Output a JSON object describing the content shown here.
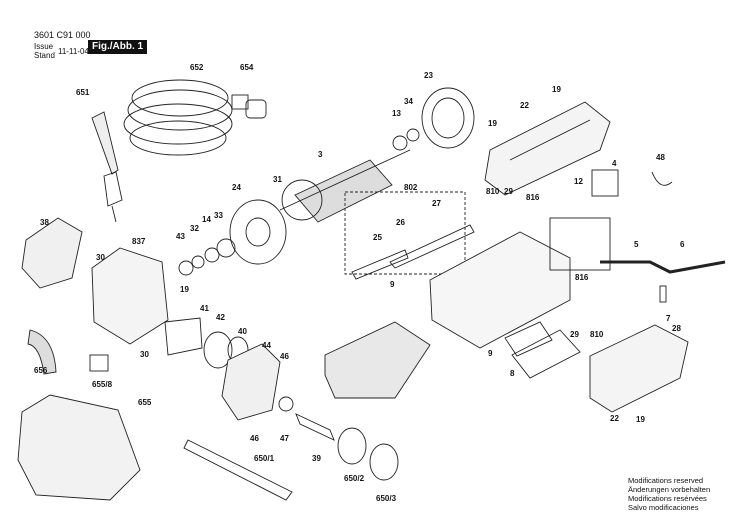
{
  "header": {
    "code": "3601 C91 000",
    "issue_label_1": "Issue",
    "issue_label_2": "Stand",
    "issue_date": "11-11-04",
    "figure": "Fig./Abb. 1"
  },
  "notes": [
    "Modifications reserved",
    "Änderungen vorbehalten",
    "Modifications resérvées",
    "Salvo modificaciones"
  ],
  "part_labels": [
    "651",
    "652",
    "654",
    "23",
    "19",
    "22",
    "34",
    "13",
    "19",
    "3",
    "31",
    "802",
    "810",
    "29",
    "816",
    "12",
    "4",
    "48",
    "24",
    "27",
    "26",
    "25",
    "38",
    "837",
    "43",
    "32",
    "14",
    "33",
    "30",
    "5",
    "6",
    "9",
    "41",
    "42",
    "40",
    "44",
    "816",
    "29",
    "810",
    "7",
    "28",
    "656",
    "655/8",
    "655",
    "30",
    "46",
    "9",
    "8",
    "22",
    "19",
    "46",
    "47",
    "39",
    "650/1",
    "650/2",
    "650/3",
    "19"
  ]
}
